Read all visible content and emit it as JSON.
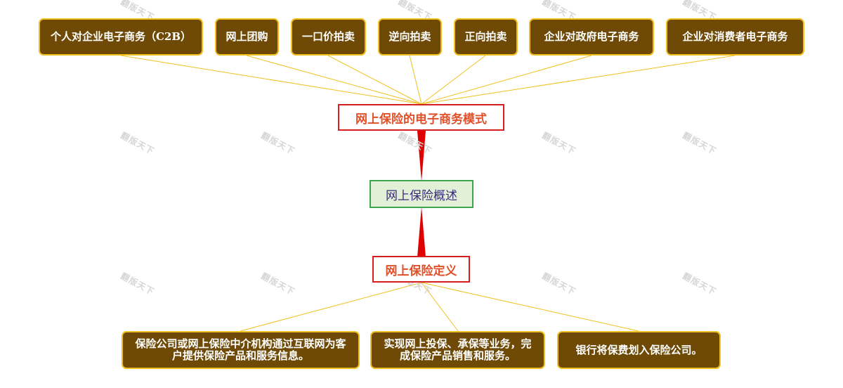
{
  "colors": {
    "leaf_fill": "#6e4a06",
    "leaf_border": "#f0c020",
    "topic_border": "#d42020",
    "topic_text": "#e0502a",
    "central_fill": "#e3f0d8",
    "central_border": "#3aa54a",
    "connector_red": "#e00000",
    "connector_yellow": "#f0c020"
  },
  "watermark": "翻版天下",
  "central": {
    "label": "网上保险概述"
  },
  "upper_topic": {
    "label": "网上保险的电子商务模式",
    "children": [
      "个人对企业电子商务（C2B）",
      "网上团购",
      "一口价拍卖",
      "逆向拍卖",
      "正向拍卖",
      "企业对政府电子商务",
      "企业对消费者电子商务"
    ]
  },
  "lower_topic": {
    "label": "网上保险定义",
    "children": [
      "保险公司或网上保险中介机构通过互联网为客户提供保险产品和服务信息。",
      "实现网上投保、承保等业务，完成保险产品销售和服务。",
      "银行将保费划入保险公司。"
    ]
  }
}
